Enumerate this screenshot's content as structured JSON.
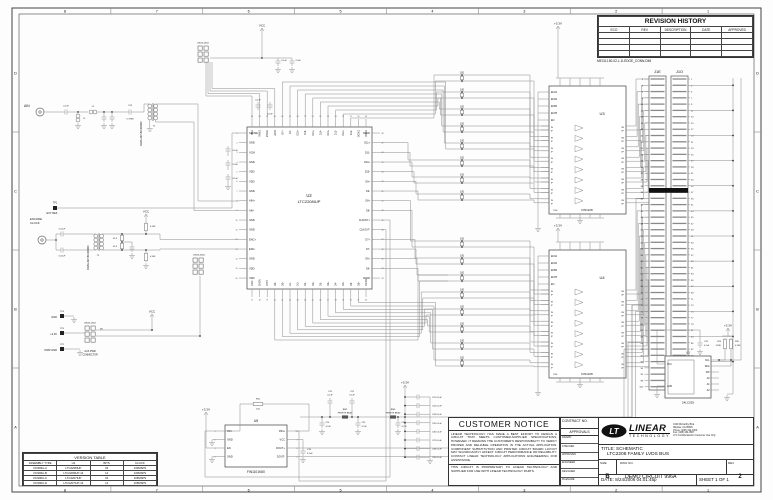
{
  "sheet": {
    "bg": "#fdfdfd",
    "wire_color": "#8a8a8a",
    "text_color": "#111111"
  },
  "border": {
    "zone_numbers": [
      "8",
      "7",
      "6",
      "5",
      "4",
      "3",
      "2",
      "1"
    ],
    "zone_letters": [
      "D",
      "C",
      "B",
      "A"
    ]
  },
  "revision_history": {
    "title": "REVISION HISTORY",
    "columns": [
      "ECO",
      "REV",
      "DESCRIPTION",
      "DATE",
      "APPROVED"
    ],
    "empty_row_count": 4
  },
  "edge_connector": {
    "part": "MEC8-150-02-L-D-EDGE_CONN-DIM",
    "left_ref": "J1E",
    "right_ref": "J1O",
    "pins_per_column": 50
  },
  "adc": {
    "ref": "U2",
    "part": "LTC2208IUP",
    "left_pins": [
      "SENSE",
      "GND",
      "VCM",
      "GND",
      "VDD",
      "VDD",
      "GND",
      "AIN+",
      "AIN-",
      "GND",
      "GND",
      "ENC+",
      "ENC-",
      "GND",
      "VDD",
      "VDD"
    ],
    "top_pins": [
      "PGA",
      "RAND",
      "MODE",
      "LVDS",
      "OF+",
      "OF-",
      "D15+",
      "D15-",
      "D14+",
      "D14-",
      "D13+",
      "D13-",
      "D12+",
      "D12-",
      "OGND",
      "OVDD"
    ],
    "right_pins": [
      "OGND",
      "D11+",
      "D11-",
      "D10+",
      "D10-",
      "D9+",
      "D9-",
      "D8+",
      "D8-",
      "CLKOUT+",
      "CLKOUT-",
      "D7+",
      "D7-",
      "D6+",
      "D6-",
      "OGND"
    ],
    "bottom_pins": [
      "GND",
      "SHDN",
      "DITH",
      "D0-",
      "D0+",
      "D1-",
      "D1+",
      "D2-",
      "D2+",
      "D3-",
      "D3+",
      "D4-",
      "D4+",
      "D5-",
      "D5+",
      "OGND"
    ]
  },
  "buffers": {
    "u3_ref": "U3",
    "u4_ref": "U4",
    "part": "FIN1108",
    "vss_label": "VSS",
    "enable_pins": [
      "EN12",
      "EN34",
      "EN56",
      "EN78",
      "EN"
    ],
    "ch_in": [
      "IN",
      "IP"
    ],
    "ch_out": [
      "ON",
      "OP"
    ],
    "termination_value": "100"
  },
  "clock_buffer": {
    "ref": "U5",
    "part": "FIN1101K8X",
    "left_pins": [
      "RIN-",
      "GND",
      "EN",
      "GND"
    ],
    "right_pins": [
      "RIN+",
      "VCC",
      "DOUT+",
      "DOUT-"
    ],
    "r41_ref": "R41",
    "r41_value": "100",
    "c15_ref": "C15",
    "c15_value": "0.1uF"
  },
  "eeprom": {
    "ref": "U1",
    "part": "24LC025",
    "right_pins": [
      "SCL",
      "SDA",
      "WP",
      "A0",
      "A1",
      "A2"
    ],
    "vcc_pin": "VCC",
    "gnd_pin": "GND",
    "r29_ref": "R29",
    "r29_value": "4.99K",
    "r30_ref": "R30",
    "r30_value": "4.99K",
    "c33_ref": "C33",
    "c33_value": "0.1uF"
  },
  "analog_input": {
    "label": "AIN",
    "cap1_value": "0.1uF",
    "l1_ref": "L1",
    "l2_ref": "L2",
    "c23_ref": "C23",
    "c23_value": "0 OHM",
    "t1_ref": "T1",
    "transformer_part": "MABA-007159-000000"
  },
  "clock_input": {
    "label_line1": "ENCODE",
    "label_line2": "CLOCK",
    "cap_value": "0.01uF",
    "term_value": "49.9",
    "bias_value": "4.99K",
    "t2_ref": "T2"
  },
  "power": {
    "vcc": "VCC",
    "p3v3": "+3.3V",
    "tp1_ref": "TP1",
    "tp1_label": "EXT REF",
    "tp4_ref": "TP4",
    "tp4_label": "GND",
    "tp5_ref": "TP5",
    "tp5_label": "+3.3V",
    "tp2_ref": "TP2",
    "tp2_label": "PWR GND",
    "header_part": "29025-0602",
    "aux_ref": "J5",
    "aux_label1": "AUX PWR",
    "aux_label2": "CONNECTOR",
    "bead1_ref": "BM2",
    "bead2_ref": "BM3",
    "bead_label": "FERRITE BEAD",
    "c14_ref": "C14",
    "c24_ref": "C24",
    "c30_ref": "C30",
    "bulk_value": "4.7uF",
    "c20_ref": "C20",
    "c22_ref": "C22",
    "small_value": "0.1uF",
    "mid_value": "2.2uF",
    "decoupling_refs": [
      "C31",
      "C32",
      "C34",
      "C35",
      "C36",
      "C37",
      "C38",
      "C39"
    ]
  },
  "customer_notice": {
    "title": "CUSTOMER NOTICE",
    "body": "LINEAR TECHNOLOGY HAS MADE A BEST EFFORT TO DESIGN A CIRCUIT THAT MEETS CUSTOMER-SUPPLIED SPECIFICATIONS; HOWEVER, IT REMAINS THE CUSTOMER'S RESPONSIBILITY TO VERIFY PROPER AND RELIABLE OPERATION IN THE ACTUAL APPLICATION. COMPONENT SUBSTITUTION AND PRINTED CIRCUIT BOARD LAYOUT MAY SIGNIFICANTLY AFFECT CIRCUIT PERFORMANCE OR RELIABILITY. CONTACT LINEAR TECHNOLOGY APPLICATIONS ENGINEERING FOR ASSISTANCE.",
    "footer": "THIS CIRCUIT IS PROPRIETARY TO LINEAR TECHNOLOGY AND SUPPLIED FOR USE WITH LINEAR TECHNOLOGY PARTS."
  },
  "title_block": {
    "contract_label": "CONTRACT NO.",
    "approvals_label": "APPROVALS",
    "approval_rows": [
      "DRAWN",
      "CHECKED",
      "APPROVED",
      "ENGINEER",
      "DESIGNER",
      "FILENAME"
    ],
    "company": {
      "logo_text": "LT",
      "name": "LINEAR",
      "sub": "TECHNOLOGY",
      "address": [
        "1630 McCarthy Blvd.",
        "Milpitas, CA 95035",
        "Phone: (408) 432-1900",
        "Fax: (408) 434-0507",
        "LTC Confidential-For Customer Use Only"
      ]
    },
    "title_label": "TITLE: SCHEMATIC",
    "title": "LTC2208 FAMILY LVDS BUS",
    "size_label": "SIZE",
    "size": "B",
    "dwg_label": "DWG NO.",
    "dwg_no": "DEMO CIRCUIT 996A",
    "rev_label": "REV",
    "rev": "2",
    "date_label": "DATE:",
    "date": "8/24/2006 04:01:45p",
    "sheet": "SHEET 1 OF 1"
  },
  "version_table": {
    "title": "VERSION TABLE",
    "columns": [
      "ASSEMBLY TYPE",
      "U2",
      "BITS",
      "CLOCK"
    ],
    "rows": [
      [
        "DC996A-A",
        "LTC2208IUP",
        "16",
        "130MSPS"
      ],
      [
        "DC996A-B",
        "LTC2208IUP-14",
        "14",
        "130MSPS"
      ],
      [
        "DC996A-C",
        "LTC2207IUP",
        "16",
        "105MSPS"
      ],
      [
        "DC996A-D",
        "LTC2207IUP-14",
        "14",
        "105MSPS"
      ]
    ]
  }
}
